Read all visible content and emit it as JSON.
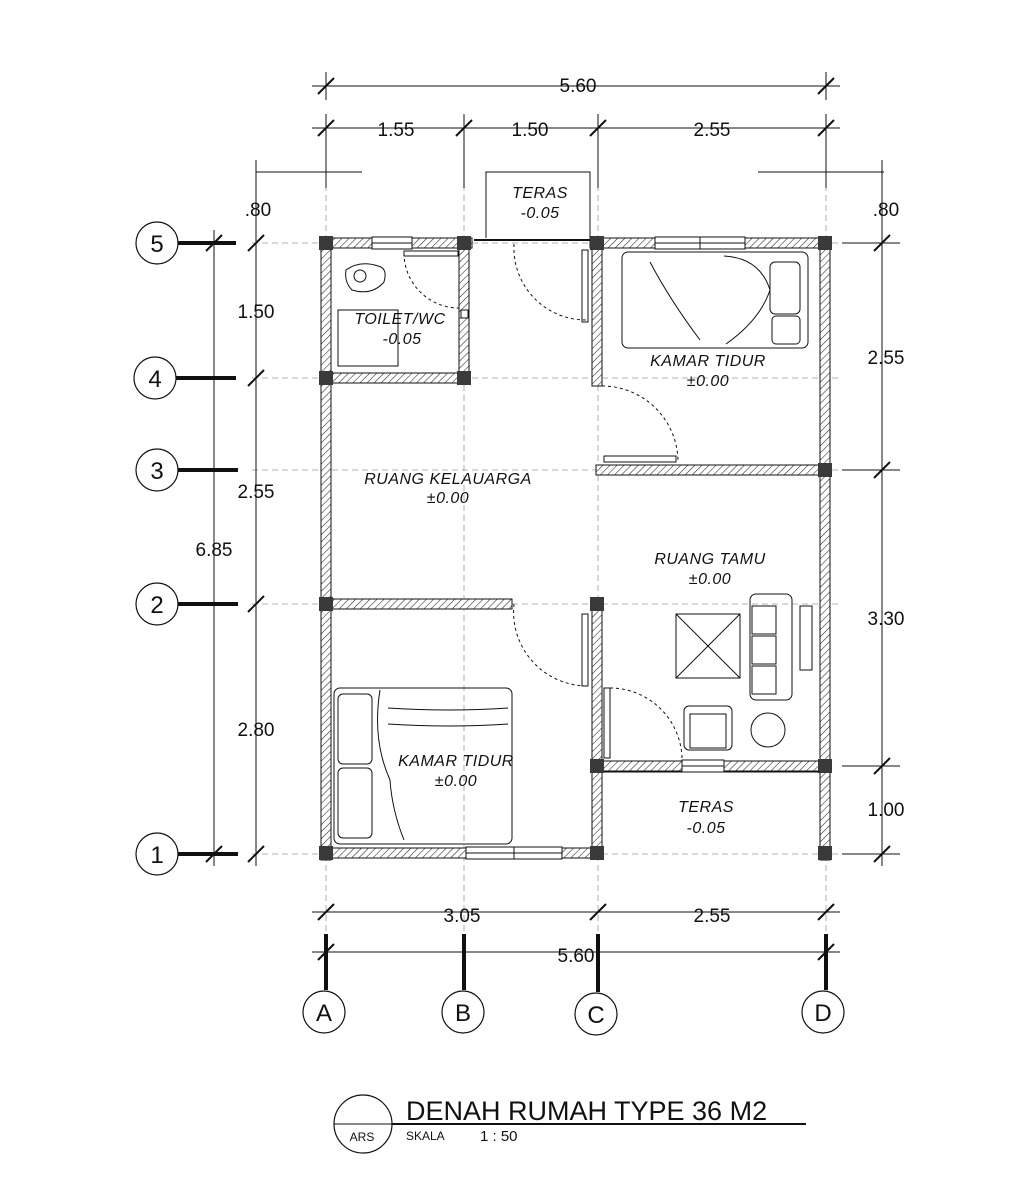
{
  "dimensions": {
    "top_total": "5.60",
    "top_seg_1": "1.55",
    "top_seg_2": "1.50",
    "top_seg_3": "2.55",
    "left_overhang": ".80",
    "right_overhang": ".80",
    "left_seg_1": "1.50",
    "left_seg_2": "2.55",
    "left_seg_3": "2.80",
    "left_total": "6.85",
    "right_seg_1": "2.55",
    "right_seg_2": "3.30",
    "right_seg_3": "1.00",
    "bottom_seg_1": "3.05",
    "bottom_seg_2": "2.55",
    "bottom_total": "5.60"
  },
  "grid": {
    "rows": [
      "5",
      "4",
      "3",
      "2",
      "1"
    ],
    "cols": [
      "A",
      "B",
      "C",
      "D"
    ]
  },
  "rooms": {
    "teras_top": {
      "name": "TERAS",
      "level": "-0.05"
    },
    "toilet": {
      "name": "TOILET/WC",
      "level": "-0.05"
    },
    "kamar_top": {
      "name": "KAMAR TIDUR",
      "level": "±0.00"
    },
    "keluarga": {
      "name": "RUANG KELAUARGA",
      "level": "±0.00"
    },
    "tamu": {
      "name": "RUANG TAMU",
      "level": "±0.00"
    },
    "kamar_bottom": {
      "name": "KAMAR TIDUR",
      "level": "±0.00"
    },
    "teras_bottom": {
      "name": "TERAS",
      "level": "-0.05"
    }
  },
  "title": {
    "main": "DENAH RUMAH TYPE 36 M2",
    "tag": "ARS",
    "scale_label": "SKALA",
    "scale_value": "1 : 50"
  },
  "colors": {
    "ink": "#111111",
    "grid": "#9a9a9a",
    "wall_fill": "#ffffff"
  }
}
